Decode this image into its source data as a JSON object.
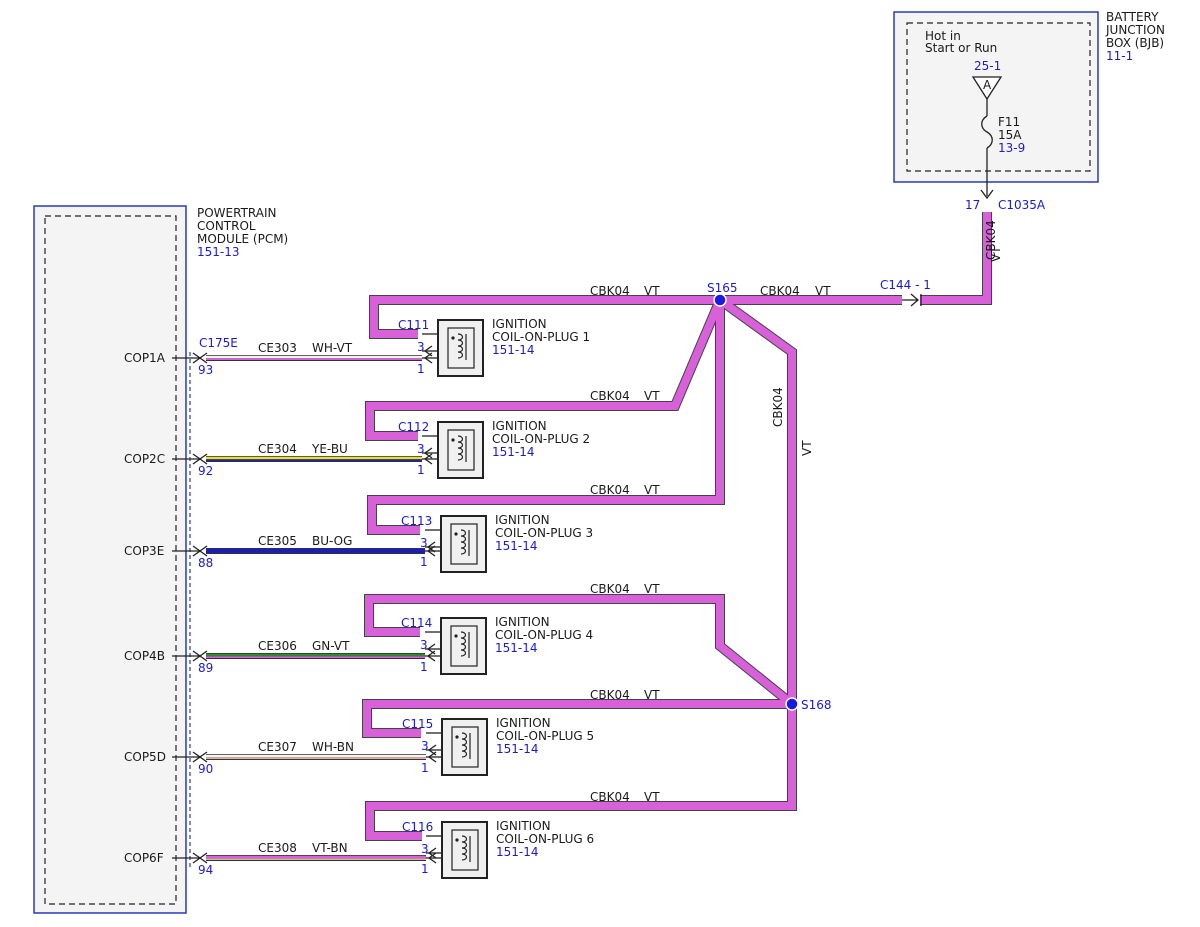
{
  "bjb": {
    "name_l1": "BATTERY",
    "name_l2": "JUNCTION",
    "name_l3": "BOX (BJB)",
    "ref": "11-1",
    "hot_l1": "Hot in",
    "hot_l2": "Start or Run",
    "bus_ref": "25-1",
    "bus_letter": "A",
    "fuse_name": "F11",
    "fuse_rating": "15A",
    "fuse_ref": "13-9",
    "pin": "17",
    "connector": "C1035A"
  },
  "pcm": {
    "name_l1": "POWERTRAIN",
    "name_l2": "CONTROL",
    "name_l3": "MODULE (PCM)",
    "ref": "151-13",
    "connector": "C175E"
  },
  "ground_wire": {
    "circuit": "CBK04",
    "color": "VT"
  },
  "splices": {
    "s165": "S165",
    "s168": "S168"
  },
  "inline_connector": "C144 - 1",
  "coils": [
    {
      "pcm_pin_label": "COP1A",
      "pcm_pin": "93",
      "circuit": "CE303",
      "color": "WH-VT",
      "connector": "C111",
      "name_l1": "IGNITION",
      "name_l2": "COIL-ON-PLUG 1",
      "ref": "151-14",
      "pin3": "3",
      "pin1": "1"
    },
    {
      "pcm_pin_label": "COP2C",
      "pcm_pin": "92",
      "circuit": "CE304",
      "color": "YE-BU",
      "connector": "C112",
      "name_l1": "IGNITION",
      "name_l2": "COIL-ON-PLUG 2",
      "ref": "151-14",
      "pin3": "3",
      "pin1": "1"
    },
    {
      "pcm_pin_label": "COP3E",
      "pcm_pin": "88",
      "circuit": "CE305",
      "color": "BU-OG",
      "connector": "C113",
      "name_l1": "IGNITION",
      "name_l2": "COIL-ON-PLUG 3",
      "ref": "151-14",
      "pin3": "3",
      "pin1": "1"
    },
    {
      "pcm_pin_label": "COP4B",
      "pcm_pin": "89",
      "circuit": "CE306",
      "color": "GN-VT",
      "connector": "C114",
      "name_l1": "IGNITION",
      "name_l2": "COIL-ON-PLUG 4",
      "ref": "151-14",
      "pin3": "3",
      "pin1": "1"
    },
    {
      "pcm_pin_label": "COP5D",
      "pcm_pin": "90",
      "circuit": "CE307",
      "color": "WH-BN",
      "connector": "C115",
      "name_l1": "IGNITION",
      "name_l2": "COIL-ON-PLUG 5",
      "ref": "151-14",
      "pin3": "3",
      "pin1": "1"
    },
    {
      "pcm_pin_label": "COP6F",
      "pcm_pin": "94",
      "circuit": "CE308",
      "color": "VT-BN",
      "connector": "C116",
      "name_l1": "IGNITION",
      "name_l2": "COIL-ON-PLUG 6",
      "ref": "151-14",
      "pin3": "3",
      "pin1": "1"
    }
  ],
  "wire_colors": {
    "vt": "#d860d8",
    "wh": "#f4f4f4",
    "ye": "#e8e020",
    "bu": "#1c1cc0",
    "og": "#1c1cc0",
    "gn": "#2e8a2e",
    "bn": "#e0b0a0",
    "label_blue": "#1a1ad6",
    "border_blue": "#2a3bb5"
  }
}
